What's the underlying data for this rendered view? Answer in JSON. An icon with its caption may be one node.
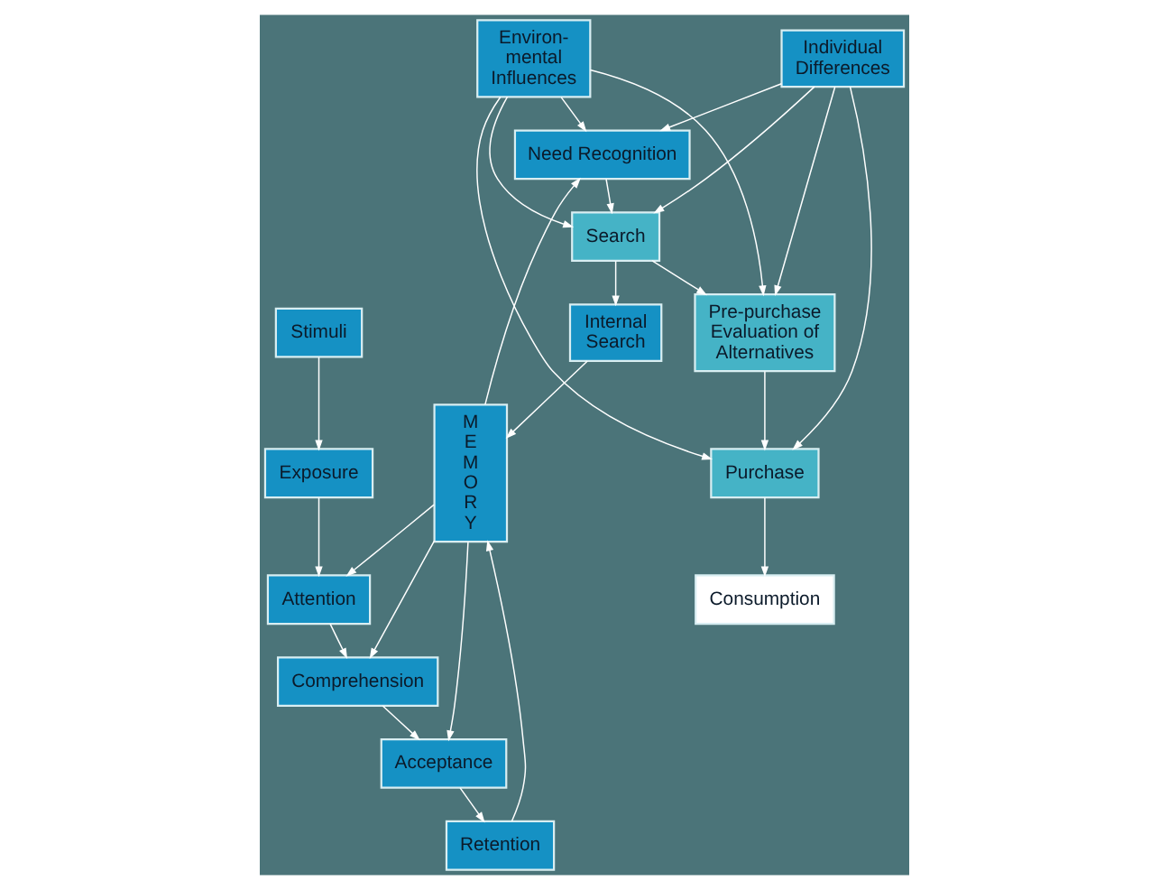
{
  "diagram": {
    "nodes": [
      {
        "text": [
          "Need Recognition"
        ]
      },
      {
        "text": [
          "Internal Search"
        ]
      },
      {
        "text": [
          "Search"
        ]
      },
      {
        "text": [
          "Pre-purchase Evaluation of Alternatives"
        ]
      },
      {
        "text": [
          "Environ- mental Influences"
        ]
      },
      {
        "text": [
          "Exposure"
        ]
      },
      {
        "text": [
          "Attention"
        ]
      },
      {
        "text": [
          "Stimuli"
        ]
      },
      {
        "text": [
          "MEMORY"
        ]
      },
      {
        "text": [
          "Comprehension"
        ]
      },
      {
        "text": [
          "Purchase"
        ]
      },
      {
        "text": [
          "Individual Differences"
        ]
      },
      {
        "text": [
          "Acceptance"
        ]
      },
      {
        "text": [
          "Retention"
        ]
      },
      {
        "text": [
          "Consumption"
        ]
      }
    ],
    "edges": [
      {
        "from": 0,
        "to": 2,
        "arrow": "to"
      },
      {
        "from": 2,
        "to": 1,
        "arrow": "to"
      },
      {
        "from": 1,
        "to": 8,
        "arrow": "to"
      },
      {
        "from": 8,
        "to": 0,
        "arrow": "to"
      },
      {
        "from": 2,
        "to": 3,
        "arrow": "to"
      },
      {
        "from": 3,
        "to": 10,
        "arrow": "to"
      },
      {
        "from": 10,
        "to": 14,
        "arrow": "to"
      },
      {
        "from": 4,
        "to": 0,
        "arrow": "to"
      },
      {
        "from": 4,
        "to": 2,
        "arrow": "to"
      },
      {
        "from": 4,
        "to": 3,
        "arrow": "to"
      },
      {
        "from": 4,
        "to": 10,
        "arrow": "to"
      },
      {
        "from": 11,
        "to": 0,
        "arrow": "to"
      },
      {
        "from": 11,
        "to": 2,
        "arrow": "to"
      },
      {
        "from": 11,
        "to": 3,
        "arrow": "to"
      },
      {
        "from": 11,
        "to": 10,
        "arrow": "to"
      },
      {
        "from": 7,
        "to": 5,
        "arrow": "to"
      },
      {
        "from": 5,
        "to": 6,
        "arrow": "to"
      },
      {
        "from": 6,
        "to": 9,
        "arrow": "to"
      },
      {
        "from": 9,
        "to": 12,
        "arrow": "to"
      },
      {
        "from": 12,
        "to": 13,
        "arrow": "to"
      },
      {
        "from": 13,
        "to": 8,
        "arrow": "to"
      },
      {
        "from": 8,
        "to": 6,
        "arrow": "to"
      },
      {
        "from": 8,
        "to": 9,
        "arrow": "to"
      },
      {
        "from": 8,
        "to": 12,
        "arrow": "to"
      }
    ]
  }
}
